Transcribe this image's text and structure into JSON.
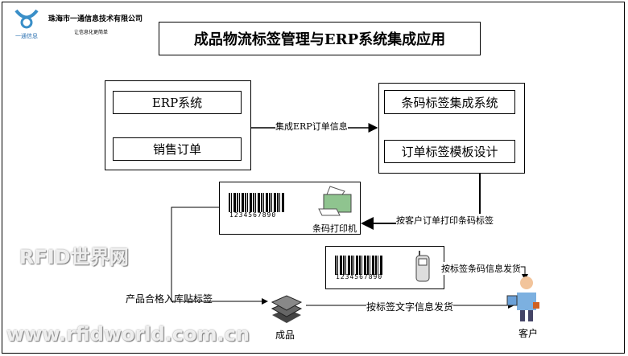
{
  "header": {
    "logo_text": "一通信息",
    "company": "珠海市一通信息技术有限公司",
    "slogan": "让信息化更简单"
  },
  "title": "成品物流标签管理与ERP系统集成应用",
  "erp": {
    "system": "ERP系统",
    "order": "销售订单"
  },
  "barcode_system": {
    "system": "条码标签集成系统",
    "design": "订单标签模板设计"
  },
  "flows": {
    "integrate": "集成ERP订单信息",
    "print": "按客户订单打印条码标签",
    "label_in": "产品合格入库贴标签",
    "ship_text": "按标签文字信息发货",
    "ship_barcode": "按标签条码信息发货"
  },
  "printer": {
    "label": "条码打印机",
    "barcode_number": "1234567890"
  },
  "scanner": {
    "barcode_number": "1234567890"
  },
  "product": {
    "label": "成品"
  },
  "customer": {
    "label": "客户"
  },
  "watermark": {
    "line1": "RFID世界网",
    "line2": "www.rfidworld.com.cn"
  }
}
